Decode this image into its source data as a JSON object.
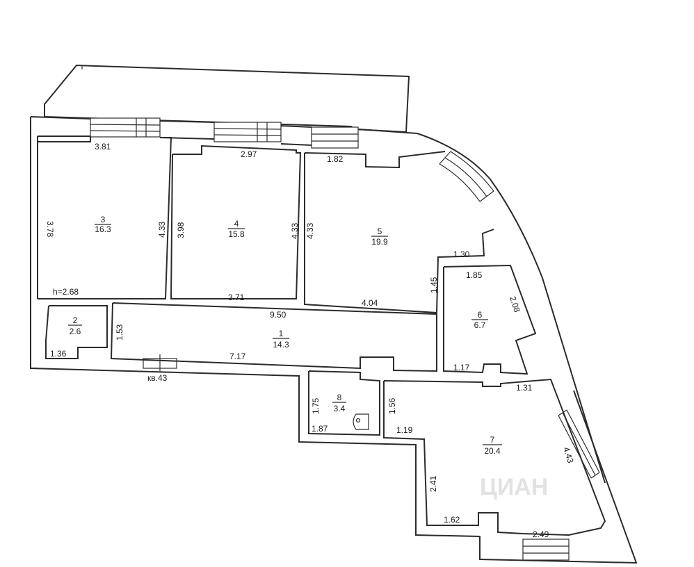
{
  "rooms": [
    {
      "id": "1",
      "area": "14.3"
    },
    {
      "id": "2",
      "area": "2.6"
    },
    {
      "id": "3",
      "area": "16.3"
    },
    {
      "id": "4",
      "area": "15.8"
    },
    {
      "id": "5",
      "area": "19.9"
    },
    {
      "id": "6",
      "area": "6.7"
    },
    {
      "id": "7",
      "area": "20.4"
    },
    {
      "id": "8",
      "area": "3.4"
    }
  ],
  "dims": {
    "r3_top": "3.81",
    "r3_left": "3.78",
    "r3_right": "4.33",
    "r4_top": "2.97",
    "r4_left": "3.98",
    "r4_right": "4.33",
    "r4_bottom": "3.71",
    "r5_top": "1.82",
    "r5_left": "4.33",
    "r5_bottom": "4.04",
    "r5_step": "1.30",
    "r5_step_v": "1.45",
    "ceiling": "h=2.68",
    "corridor_len": "9.50",
    "corridor_h": "1.53",
    "corridor_bottom": "7.17",
    "r2_bottom": "1.36",
    "r6_top": "1.85",
    "r6_diag": "2.08",
    "r6_bottom": "1.17",
    "r7_top": "1.31",
    "r7_diag": "4.43",
    "r7_left_top": "1.19",
    "r7_left": "2.41",
    "r7_bottom_left": "1.62",
    "r7_bottom_right": "2.49",
    "r8_left": "1.75",
    "r8_right": "1.56",
    "r8_bottom": "1.87"
  },
  "apartment_label": "кв.43",
  "watermark": "ЦИАН",
  "colors": {
    "line": "#2b2b2b",
    "background": "#ffffff"
  }
}
